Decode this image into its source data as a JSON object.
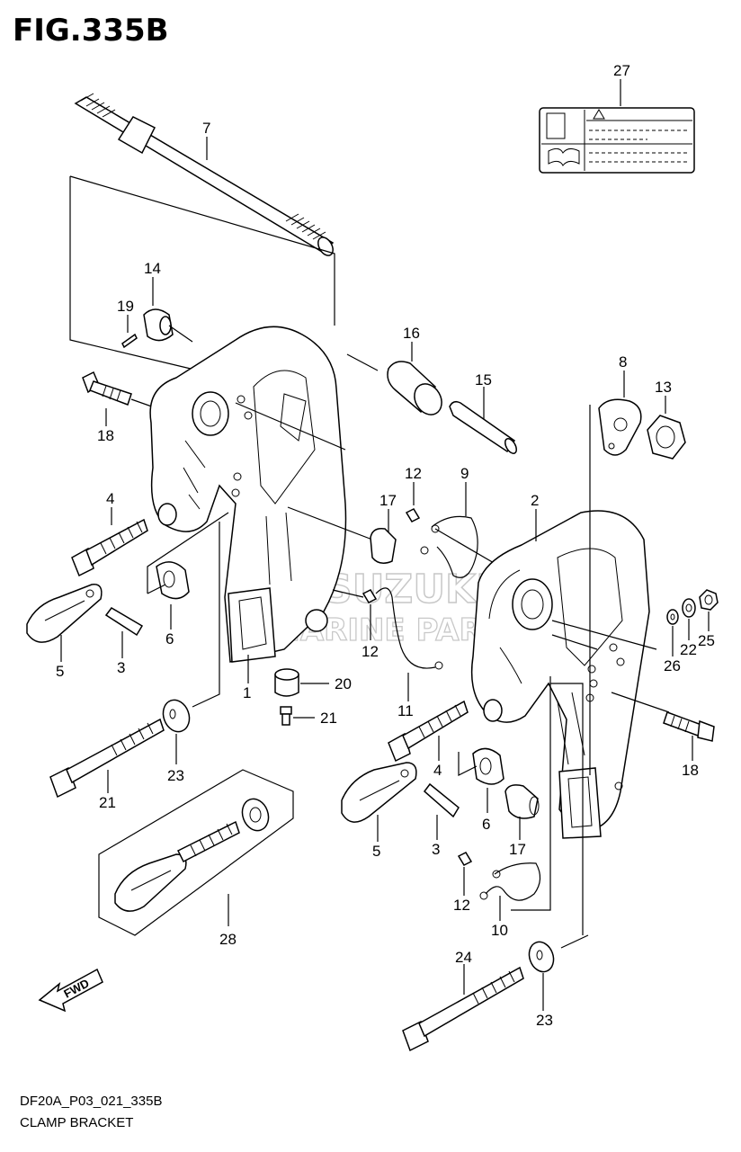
{
  "figure": {
    "title": "FIG.335B"
  },
  "footer": {
    "code": "DF20A_P03_021_335B",
    "name": "CLAMP BRACKET"
  },
  "watermark": {
    "line1": "SUZUKI",
    "line2": "MARINE PARTS"
  },
  "fwd_label": "FWD",
  "callouts": {
    "c7": "7",
    "c27": "27",
    "c14": "14",
    "c19": "19",
    "c18a": "18",
    "c16": "16",
    "c15": "15",
    "c8": "8",
    "c13": "13",
    "c4a": "4",
    "c12a": "12",
    "c9": "9",
    "c17a": "17",
    "c2": "2",
    "c6a": "6",
    "c5a": "5",
    "c3a": "3",
    "c1": "1",
    "c12b": "12",
    "c20": "20",
    "c21a": "21",
    "c11": "11",
    "c22": "22",
    "c25": "25",
    "c26": "26",
    "c18b": "18",
    "c4b": "4",
    "c23a": "23",
    "c21b": "21",
    "c6b": "6",
    "c17b": "17",
    "c5b": "5",
    "c3b": "3",
    "c12c": "12",
    "c10": "10",
    "c28": "28",
    "c24": "24",
    "c23b": "23"
  }
}
